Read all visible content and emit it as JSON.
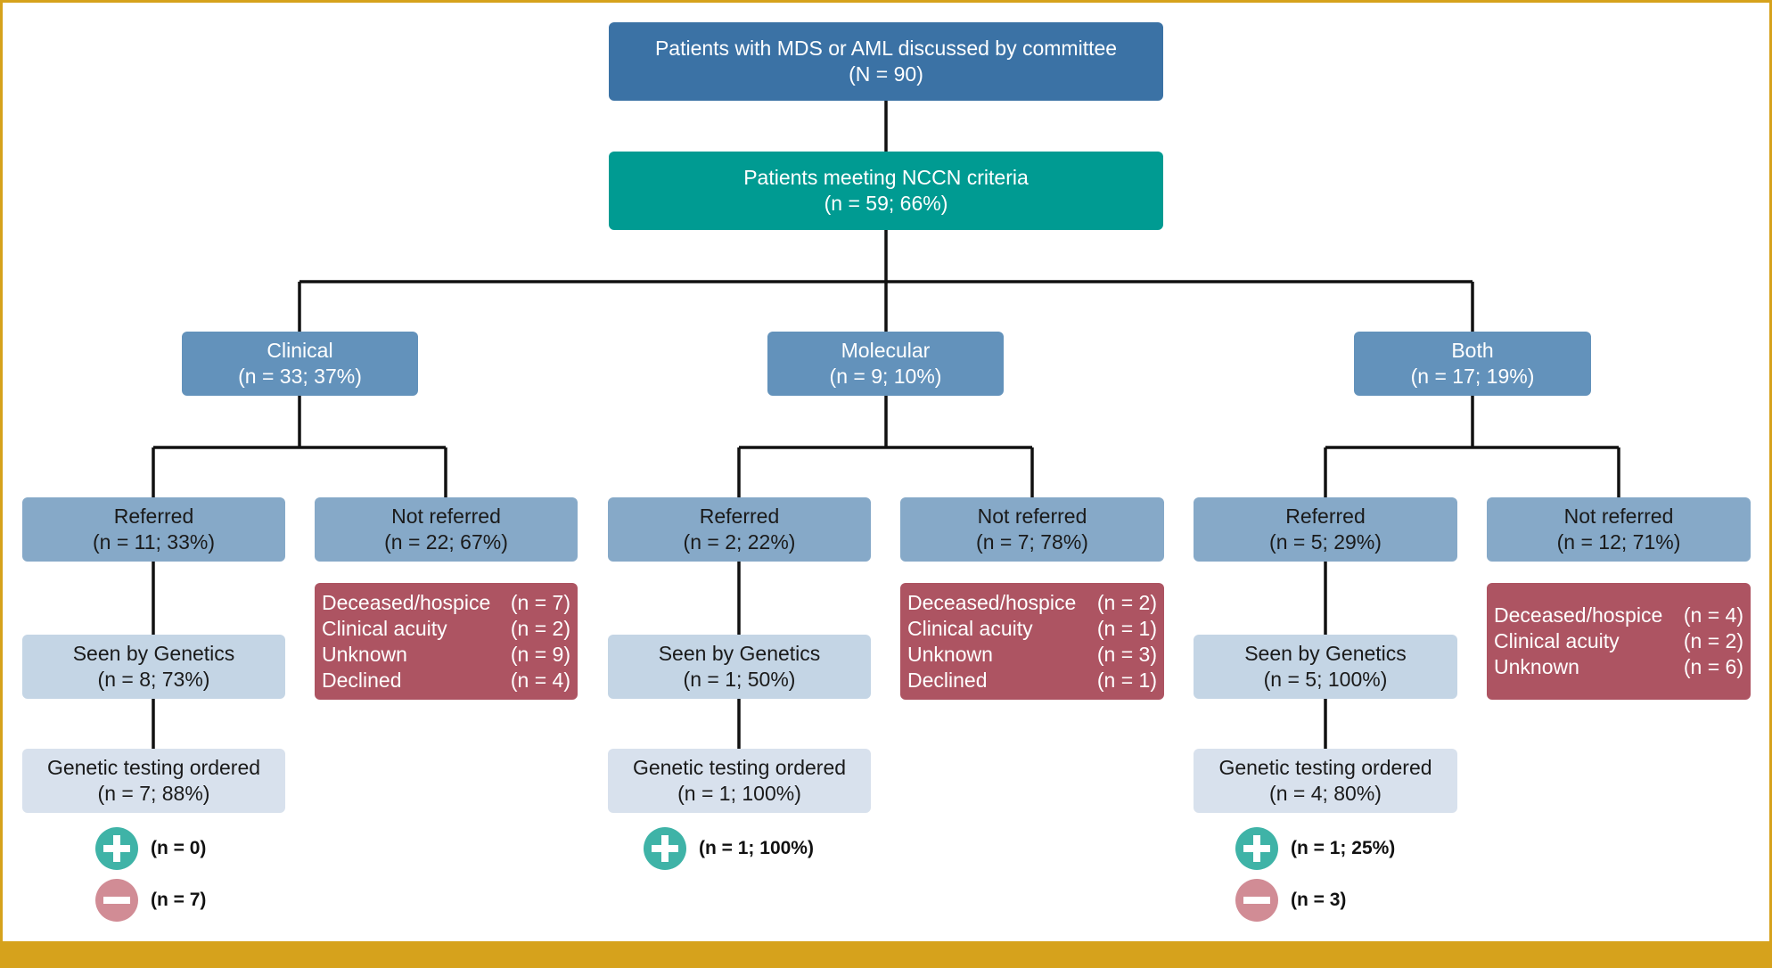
{
  "root": {
    "title": "Patients with MDS or AML discussed by committee",
    "count": "(N = 90)"
  },
  "nccn": {
    "title": "Patients meeting NCCN criteria",
    "count": "(n = 59; 66%)"
  },
  "branches": [
    {
      "title": "Clinical",
      "count": "(n = 33; 37%)",
      "referred": {
        "title": "Referred",
        "count": "(n = 11; 33%)"
      },
      "not_referred": {
        "title": "Not referred",
        "count": "(n = 22; 67%)"
      },
      "reasons": [
        {
          "label": "Deceased/hospice",
          "count": "(n = 7)"
        },
        {
          "label": "Clinical acuity",
          "count": "(n = 2)"
        },
        {
          "label": "Unknown",
          "count": "(n = 9)"
        },
        {
          "label": "Declined",
          "count": "(n = 4)"
        }
      ],
      "seen": {
        "title": "Seen by Genetics",
        "count": "(n = 8; 73%)"
      },
      "testing": {
        "title": "Genetic testing ordered",
        "count": "(n = 7; 88%)"
      },
      "positive": "(n = 0)",
      "negative": "(n = 7)"
    },
    {
      "title": "Molecular",
      "count": "(n = 9; 10%)",
      "referred": {
        "title": "Referred",
        "count": "(n = 2; 22%)"
      },
      "not_referred": {
        "title": "Not referred",
        "count": "(n = 7; 78%)"
      },
      "reasons": [
        {
          "label": "Deceased/hospice",
          "count": "(n = 2)"
        },
        {
          "label": "Clinical acuity",
          "count": "(n = 1)"
        },
        {
          "label": "Unknown",
          "count": "(n = 3)"
        },
        {
          "label": "Declined",
          "count": "(n = 1)"
        }
      ],
      "seen": {
        "title": "Seen by Genetics",
        "count": "(n = 1; 50%)"
      },
      "testing": {
        "title": "Genetic testing ordered",
        "count": "(n = 1; 100%)"
      },
      "positive": "(n = 1; 100%)"
    },
    {
      "title": "Both",
      "count": "(n = 17; 19%)",
      "referred": {
        "title": "Referred",
        "count": "(n = 5; 29%)"
      },
      "not_referred": {
        "title": "Not referred",
        "count": "(n = 12; 71%)"
      },
      "reasons": [
        {
          "label": "Deceased/hospice",
          "count": "(n = 4)"
        },
        {
          "label": "Clinical acuity",
          "count": "(n = 2)"
        },
        {
          "label": "Unknown",
          "count": "(n = 6)"
        }
      ],
      "seen": {
        "title": "Seen by Genetics",
        "count": "(n = 5; 100%)"
      },
      "testing": {
        "title": "Genetic testing ordered",
        "count": "(n = 4; 80%)"
      },
      "positive": "(n = 1; 25%)",
      "negative": "(n = 3)"
    }
  ],
  "icons": {
    "positive": "plus-circle-icon",
    "negative": "minus-circle-icon"
  },
  "colors": {
    "root": "#3b72a5",
    "nccn": "#009b92",
    "category": "#6392bb",
    "referral": "#86a9c8",
    "seen": "#c4d5e5",
    "testing": "#d8e1ed",
    "reasons": "#ad5462",
    "positive": "#3fb3a7",
    "negative": "#d18c95",
    "frame": "#d6a21c"
  }
}
